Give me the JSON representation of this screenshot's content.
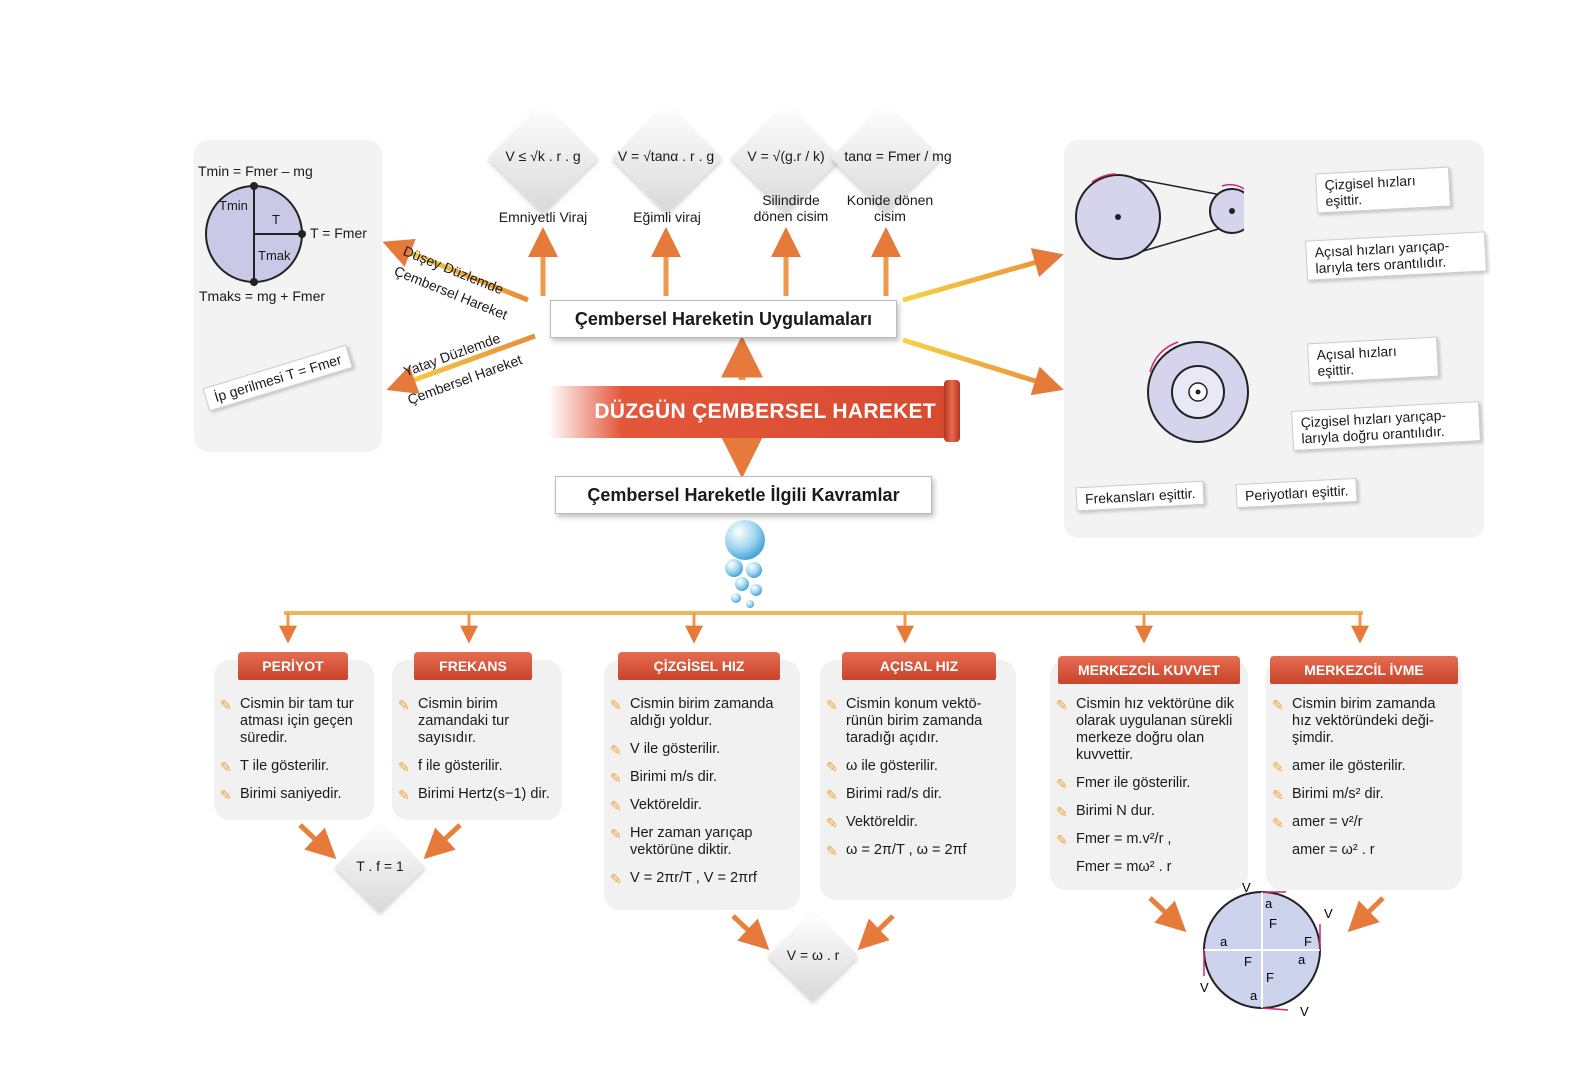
{
  "center": {
    "main_title": "DÜZGÜN ÇEMBERSEL HAREKET",
    "applications": "Çembersel Hareketin Uygulamaları",
    "concepts": "Çembersel Hareketle İlgili Kavramlar"
  },
  "formulas": [
    {
      "formula": "V ≤ √k . r . g",
      "caption": "Emniyetli Viraj"
    },
    {
      "formula": "V = √tanα . r . g",
      "caption": "Eğimli viraj"
    },
    {
      "formula": "V = √(g.r / k)",
      "caption": "Silindirde dönen cisim"
    },
    {
      "formula": "tanα = Fmer / mg",
      "caption": "Konide dönen cisim"
    }
  ],
  "vertical": {
    "label_line1": "Düşey Düzlemde",
    "label_line2": "Çembersel Hareket",
    "tmin_eq": "Tmin = Fmer – mg",
    "tmin": "Tmin",
    "t": "T",
    "tmak": "Tmak",
    "t_fmer": "T = Fmer",
    "tmaks_eq": "Tmaks = mg + Fmer"
  },
  "horizontal": {
    "label_line1": "Yatay Düzlemde",
    "label_line2": "Çembersel Hareket",
    "note": "İp gerilmesi T = Fmer"
  },
  "belt": {
    "note1": "Çizgisel hızları eşittir.",
    "note2": "Açısal hızları yarıçap-larıyla ters orantılıdır."
  },
  "coaxial": {
    "note1": "Açısal hızları eşittir.",
    "note2": "Çizgisel hızları yarıçap-larıyla doğru orantılıdır.",
    "note3": "Frekansları eşittir.",
    "note4": "Periyotları eşittir."
  },
  "cards": [
    {
      "title": "PERİYOT",
      "items": [
        "Cismin bir tam tur atması için geçen süredir.",
        "T ile gösterilir.",
        "Birimi saniyedir."
      ]
    },
    {
      "title": "FREKANS",
      "items": [
        "Cismin birim zamandaki tur sayısıdır.",
        "f ile gösterilir.",
        "Birimi Hertz(s−1) dir."
      ]
    },
    {
      "title": "ÇİZGİSEL HIZ",
      "items": [
        "Cismin birim zamanda aldığı yoldur.",
        "V ile gösterilir.",
        "Birimi m/s dir.",
        "Vektöreldir.",
        "Her zaman yarıçap vektörüne diktir.",
        "V = 2πr/T , V = 2πrf"
      ]
    },
    {
      "title": "AÇISAL HIZ",
      "items": [
        "Cismin konum vektö-rünün birim zamanda taradığı açıdır.",
        "ω ile gösterilir.",
        "Birimi rad/s dir.",
        "Vektöreldir.",
        "ω = 2π/T , ω = 2πf"
      ]
    },
    {
      "title": "MERKEZCİL KUVVET",
      "items": [
        "Cismin hız vektörüne dik olarak uygulanan sürekli merkeze doğru olan kuvvettir.",
        "Fmer ile gösterilir.",
        "Birimi N dur.",
        "Fmer = m.v²/r ,",
        "Fmer = mω² . r"
      ]
    },
    {
      "title": "MERKEZCİL İVME",
      "items": [
        "Cismin birim zamanda hız vektöründeki deği-şimdir.",
        "amer ile gösterilir.",
        "Birimi m/s² dir.",
        "amer = v²/r",
        "amer = ω² . r"
      ]
    }
  ],
  "results": {
    "tf": "T . f = 1",
    "vwr": "V = ω . r"
  },
  "circle_labels": {
    "v": "V",
    "a": "a",
    "f": "F"
  }
}
